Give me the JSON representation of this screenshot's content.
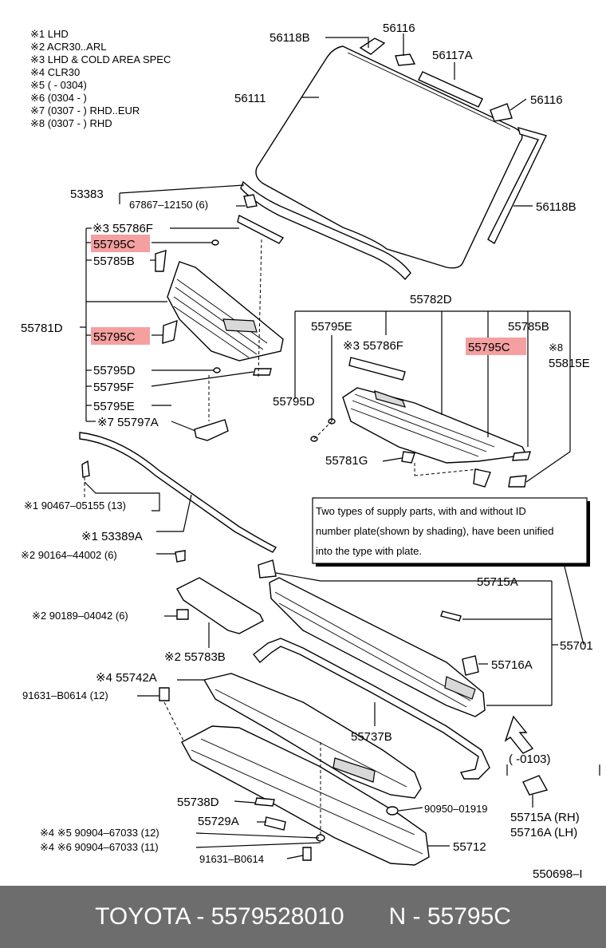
{
  "notes": [
    "※1 LHD",
    "※2 ACR30..ARL",
    "※3 LHD & COLD AREA SPEC",
    "※4 CLR30",
    "※5 (        - 0304)",
    "※6 (0304 -          )",
    "※7 (0307 -          ) RHD..EUR",
    "※8 (0307 -          ) RHD"
  ],
  "labels": {
    "p56118B_top": "56118B",
    "p56116_top": "56116",
    "p56117A": "56117A",
    "p56111": "56111",
    "p56116_right": "56116",
    "p56118B_right": "56118B",
    "p53383": "53383",
    "p67867": "67867–12150 (6)",
    "p55786F_left": "※3 55786F",
    "p55795C_1": "55795C",
    "p55785B_left": "55785B",
    "p55781D": "55781D",
    "p55795C_2": "55795C",
    "p55795D_left": "55795D",
    "p55795F": "55795F",
    "p55795E_left": "55795E",
    "p55797A": "※7 55797A",
    "p55782D": "55782D",
    "p55795E_right": "55795E",
    "p55786F_right": "※3 55786F",
    "p55795C_3": "55795C",
    "p55785B_right": "55785B",
    "p55815E_mark": "※8",
    "p55815E": "55815E",
    "p55795D_right": "55795D",
    "p55781G": "55781G",
    "p90467": "※1  90467–05155 (13)",
    "p53389A": "※1  53389A",
    "p90164": "※2  90164–44002 (6)",
    "p55715A": "55715A",
    "p90189": "※2  90189–04042 (6)",
    "p55701": "55701",
    "p55716A": "55716A",
    "p55783B": "※2  55783B",
    "p55742A": "※4 55742A",
    "p91631_top": "91631–B0614 (12)",
    "p55737B": "55737B",
    "p0103": "(       -0103)",
    "p55738D": "55738D",
    "p90950": "90950–01919",
    "p55729A": "55729A",
    "p90904_12": "※4  ※5  90904–67033 (12)",
    "p90904_11": "※4  ※6  90904–67033 (11)",
    "p55712": "55712",
    "p55715A_RH": "55715A (RH)",
    "p55716A_LH": "55716A (LH)",
    "p91631_bottom": "91631–B0614",
    "ref": "550698–I"
  },
  "callout": {
    "line1": "Two types of supply parts, with and without ID",
    "line2": "number plate(shown by shading), have been unified",
    "line3": "into the type with plate."
  },
  "footer": {
    "brand_part": "TOYOTA - 5579528010",
    "n_part": "N - 55795C"
  },
  "colors": {
    "highlight": "#f4a0a0",
    "footer_bg": "#6d6d6d",
    "footer_text": "#ffffff"
  }
}
